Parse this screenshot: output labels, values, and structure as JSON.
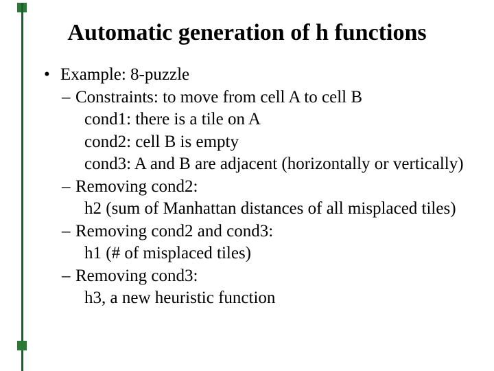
{
  "slide": {
    "title": "Automatic generation of h functions",
    "colors": {
      "accent_line": "#1e5b31",
      "accent_square": "#2a7a36",
      "background": "#ffffff",
      "text": "#000000"
    },
    "lines": [
      {
        "marker": "•",
        "level": 1,
        "text": "Example: 8-puzzle"
      },
      {
        "marker": "–",
        "level": 2,
        "text": "Constraints: to move from cell A to cell B"
      },
      {
        "marker": "",
        "level": 3,
        "text": "cond1: there is a tile on A"
      },
      {
        "marker": "",
        "level": 3,
        "text": "cond2: cell B is empty"
      },
      {
        "marker": "",
        "level": 3,
        "text": "cond3: A and B are adjacent (horizontally or vertically)"
      },
      {
        "marker": "–",
        "level": 2,
        "text": "Removing cond2:"
      },
      {
        "marker": "",
        "level": 3,
        "text": "h2 (sum of Manhattan distances of all misplaced tiles)"
      },
      {
        "marker": "–",
        "level": 2,
        "text": "Removing cond2 and cond3:"
      },
      {
        "marker": "",
        "level": 3,
        "text": "h1 (# of misplaced tiles)"
      },
      {
        "marker": "–",
        "level": 2,
        "text": "Removing cond3:"
      },
      {
        "marker": "",
        "level": 3,
        "text": "h3, a new heuristic function"
      }
    ]
  }
}
